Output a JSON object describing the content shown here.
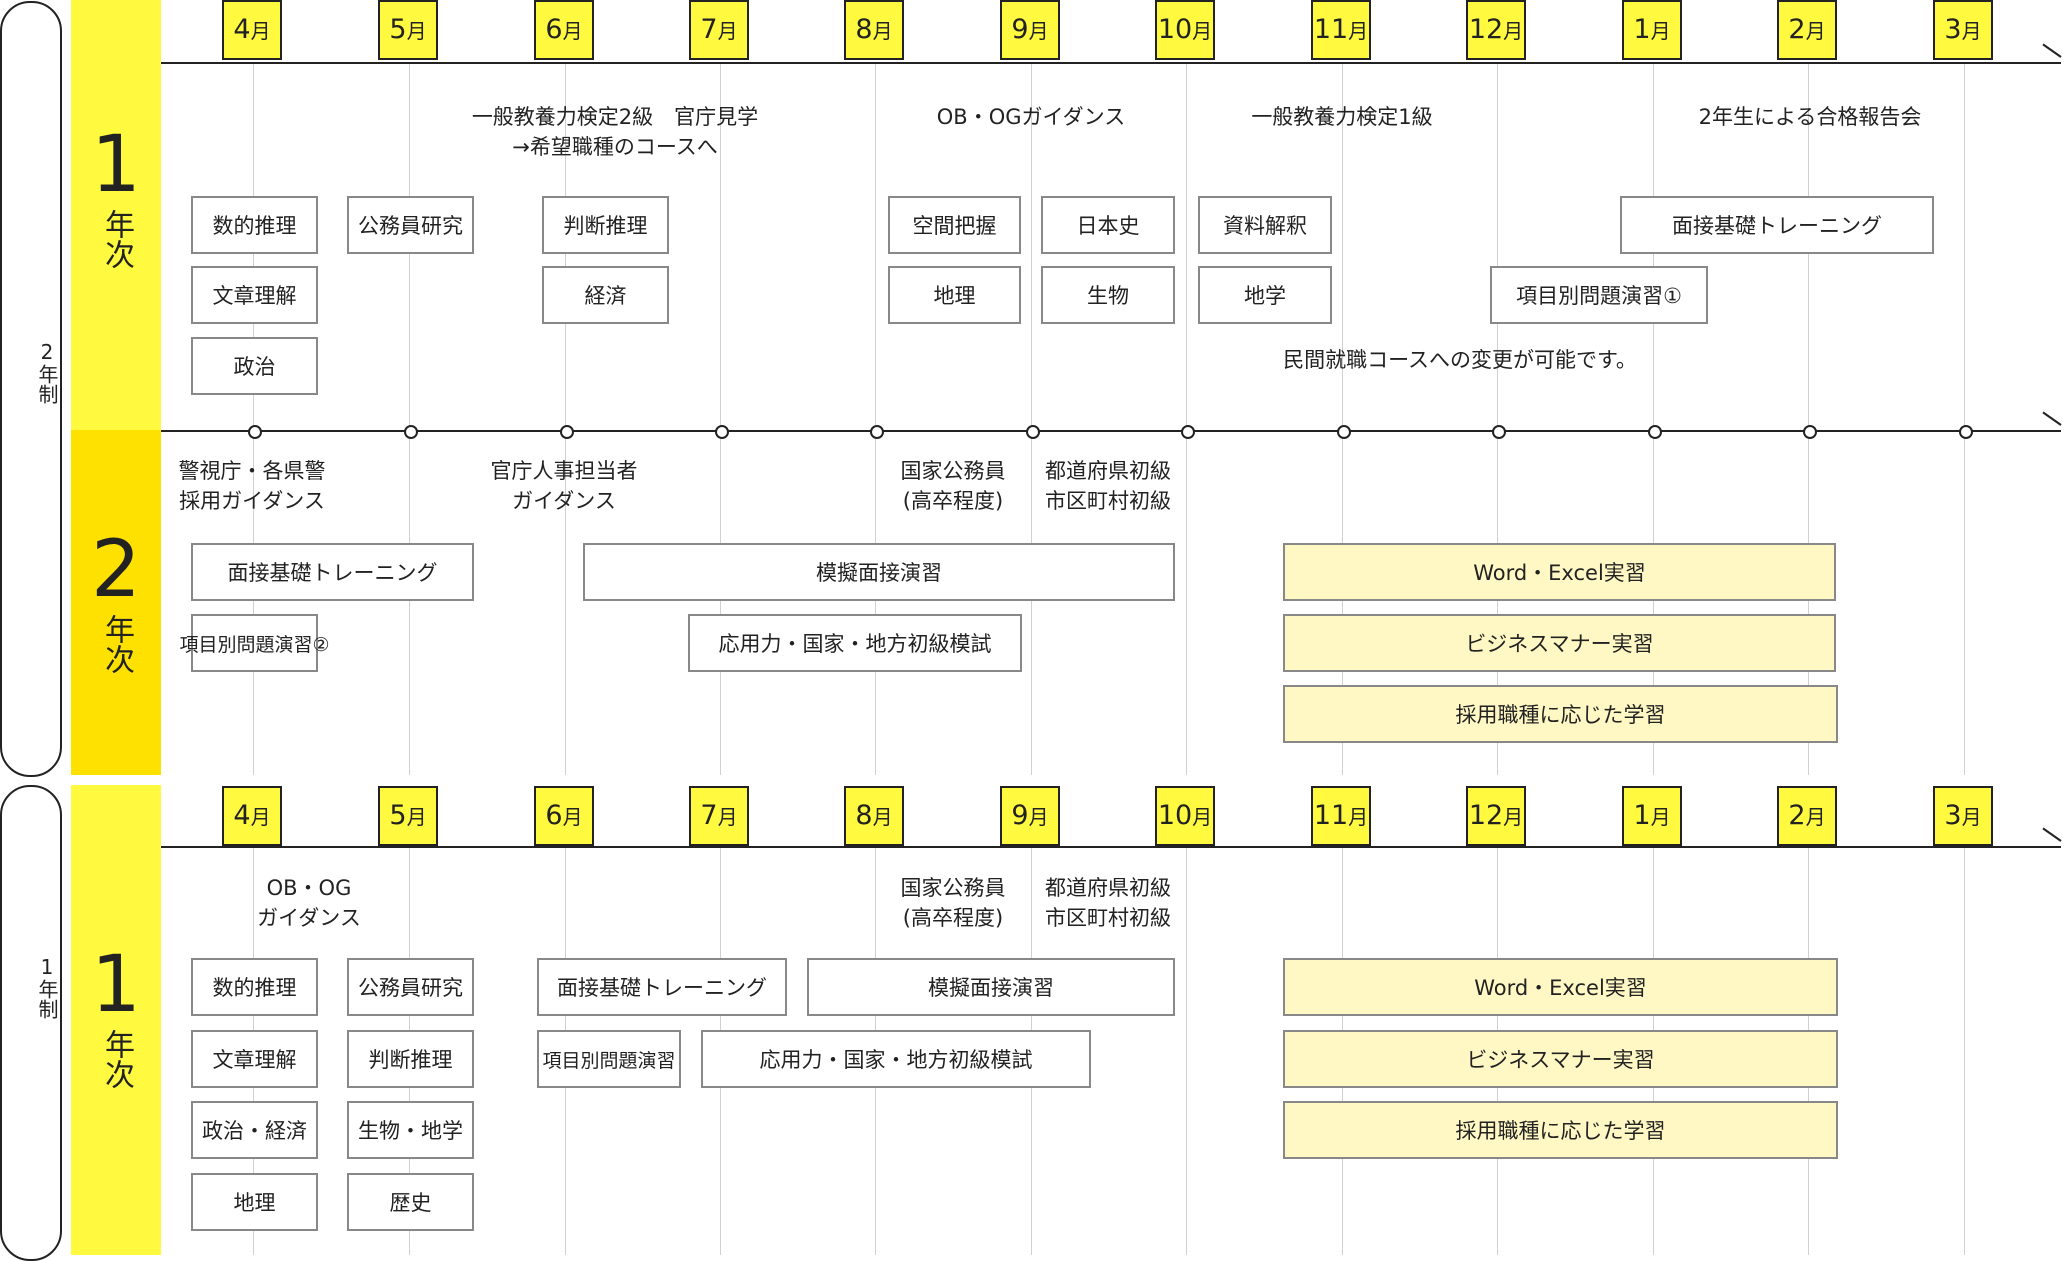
{
  "colors": {
    "band_light": "#fff93f",
    "band_dark": "#ffe100",
    "month_box": "#fff93f",
    "highlight_box": "#fff8c4"
  },
  "sidebar": [
    {
      "label": "2年制"
    },
    {
      "label": "1年制"
    }
  ],
  "months": [
    {
      "num": "4",
      "suffix": "月"
    },
    {
      "num": "5",
      "suffix": "月"
    },
    {
      "num": "6",
      "suffix": "月"
    },
    {
      "num": "7",
      "suffix": "月"
    },
    {
      "num": "8",
      "suffix": "月"
    },
    {
      "num": "9",
      "suffix": "月"
    },
    {
      "num": "10",
      "suffix": "月"
    },
    {
      "num": "11",
      "suffix": "月"
    },
    {
      "num": "12",
      "suffix": "月"
    },
    {
      "num": "1",
      "suffix": "月"
    },
    {
      "num": "2",
      "suffix": "月"
    },
    {
      "num": "3",
      "suffix": "月"
    }
  ],
  "two_year": {
    "year1": {
      "num": "1",
      "label": "年次",
      "notes": [
        "一般教養力検定2級　官庁見学\n→希望職種のコースへ",
        "OB・OGガイダンス",
        "一般教養力検定1級",
        "2年生による合格報告会",
        "民間就職コースへの変更が可能です。"
      ],
      "boxes": [
        "数的推理",
        "文章理解",
        "政治",
        "公務員研究",
        "判断推理",
        "経済",
        "空間把握",
        "地理",
        "日本史",
        "生物",
        "資料解釈",
        "地学",
        "面接基礎トレーニング",
        "項目別問題演習①"
      ]
    },
    "year2": {
      "num": "2",
      "label": "年次",
      "notes": [
        "警視庁・各県警\n採用ガイダンス",
        "官庁人事担当者\nガイダンス",
        "国家公務員\n(高卒程度)",
        "都道府県初級\n市区町村初級"
      ],
      "boxes": [
        "面接基礎トレーニング",
        "項目別問題演習②",
        "模擬面接演習",
        "応用力・国家・地方初級模試",
        "Word・Excel実習",
        "ビジネスマナー実習",
        "採用職種に応じた学習"
      ]
    }
  },
  "one_year": {
    "year1": {
      "num": "1",
      "label": "年次",
      "notes": [
        "OB・OG\nガイダンス",
        "国家公務員\n(高卒程度)",
        "都道府県初級\n市区町村初級"
      ],
      "boxes": [
        "数的推理",
        "文章理解",
        "政治・経済",
        "地理",
        "公務員研究",
        "判断推理",
        "生物・地学",
        "歴史",
        "面接基礎トレーニング",
        "項目別問題演習",
        "模擬面接演習",
        "応用力・国家・地方初級模試",
        "Word・Excel実習",
        "ビジネスマナー実習",
        "採用職種に応じた学習"
      ]
    }
  }
}
